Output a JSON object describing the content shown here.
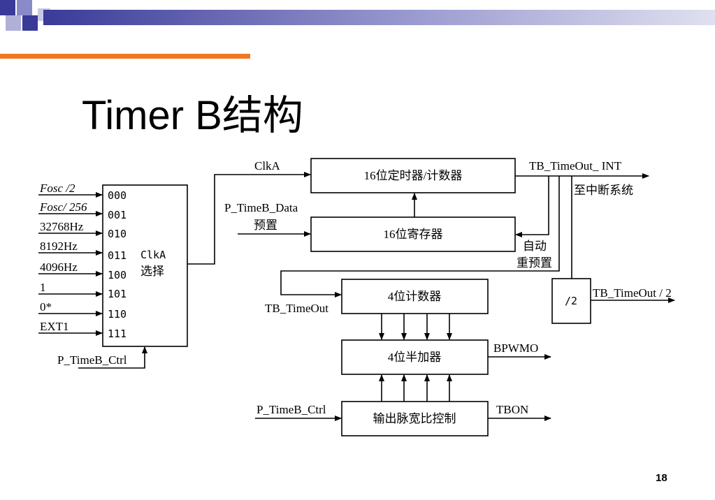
{
  "slide": {
    "title": "Timer B结构",
    "page_number": "18",
    "accent_color": "#F07820",
    "band_color": "#3A3A99"
  },
  "diagram": {
    "inputs": [
      "Fosc /2",
      "Fosc/ 256",
      "32768Hz",
      "8192Hz",
      "4096Hz",
      "1",
      "0*",
      "EXT1"
    ],
    "select_codes": [
      "000",
      "001",
      "010",
      "011",
      "100",
      "101",
      "110",
      "111"
    ],
    "mux_label_1": "ClkA",
    "mux_label_2": "选择",
    "mux_ctrl": "P_TimeB_Ctrl",
    "clka": "ClkA",
    "timer_block": "16位定时器/计数器",
    "register_block": "16位寄存器",
    "data_label_1": "P_TimeB_Data",
    "data_label_2": "预置",
    "int_out": "TB_TimeOut_ INT",
    "to_interrupt": "至中断系统",
    "auto_reload_1": "自动",
    "auto_reload_2": "重预置",
    "div2_block": "/2",
    "div2_out": "TB_TimeOut / 2",
    "counter4_block": "4位计数器",
    "timeout_label": "TB_TimeOut",
    "adder4_block": "4位半加器",
    "bpwmo": "BPWMO",
    "pwm_block": "输出脉宽比控制",
    "pwm_ctrl": "P_TimeB_Ctrl",
    "tbon": "TBON"
  }
}
